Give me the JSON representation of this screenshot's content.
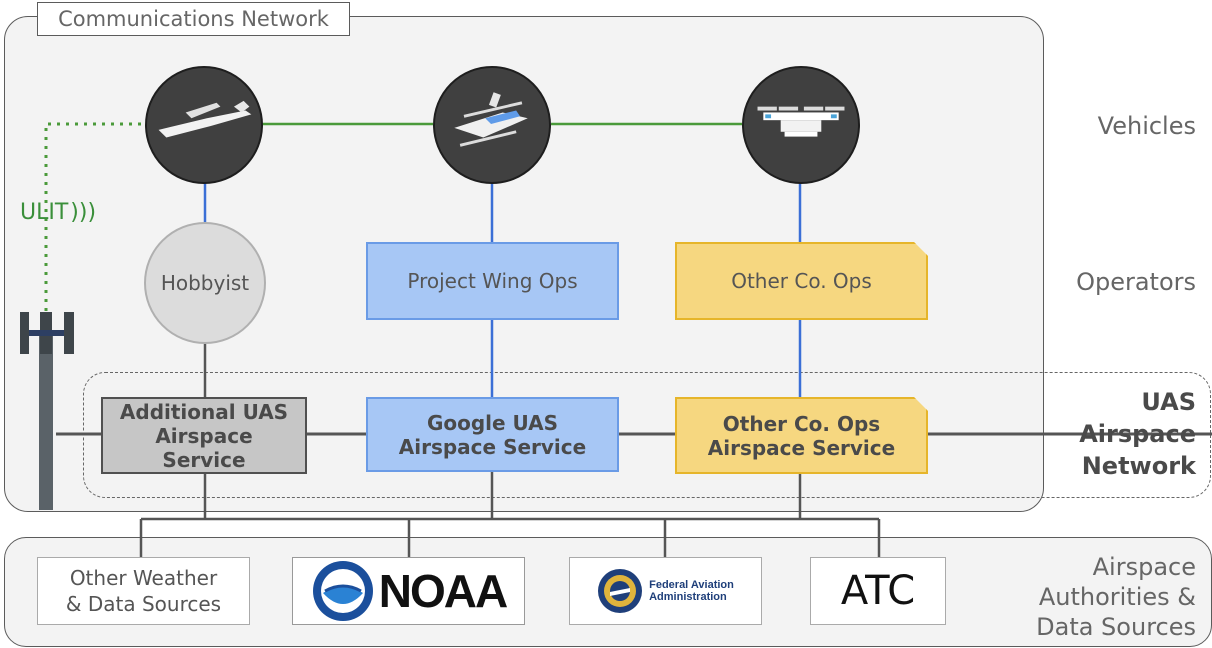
{
  "communications_network": {
    "label": "Communications Network"
  },
  "rows": {
    "vehicles": "Vehicles",
    "operators": "Operators",
    "uas_airspace_network": [
      "UAS",
      "Airspace",
      "Network"
    ],
    "authorities": [
      "Airspace",
      "Authorities &",
      "Data Sources"
    ]
  },
  "link": {
    "label": "ULIT"
  },
  "operators": {
    "hobbyist": "Hobbyist",
    "project_wing": "Project Wing Ops",
    "other_co": "Other Co. Ops"
  },
  "services": {
    "additional": [
      "Additional UAS",
      "Airspace",
      "Service"
    ],
    "google": [
      "Google UAS",
      "Airspace Service"
    ],
    "other_co": [
      "Other Co. Ops",
      "Airspace Service"
    ]
  },
  "sources": {
    "weather": [
      "Other Weather",
      "& Data Sources"
    ],
    "noaa": "NOAA",
    "faa": [
      "Federal Aviation",
      "Administration"
    ],
    "atc": "ATC"
  },
  "icons": [
    "fixed-wing-drone-icon",
    "wing-delivery-drone-icon",
    "quadcopter-icon",
    "cell-tower-icon",
    "signal-waves-icon",
    "noaa-seal-icon",
    "faa-seal-icon"
  ],
  "colors": {
    "link_blue": "#3b6fd6",
    "link_green": "#4a9a3a",
    "service_blue": "#a7c7f5",
    "service_yellow": "#f6d780",
    "service_gray": "#c6c6c6"
  }
}
